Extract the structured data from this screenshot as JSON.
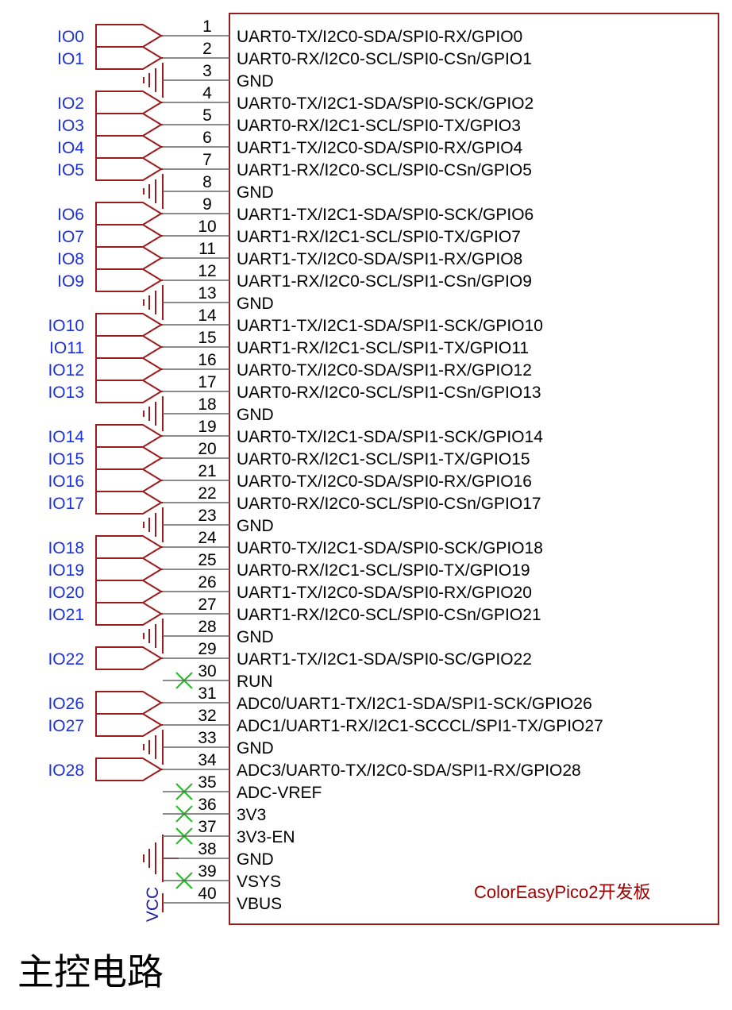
{
  "section_title": "主控电路",
  "board_label": "ColorEasyPico2开发板",
  "vcc_label": "VCC",
  "colors": {
    "wire": "#9b1c1c",
    "net_label": "#1a2fe0",
    "no_connect": "#22bb22",
    "board_label": "#a00000"
  },
  "pins": [
    {
      "num": "1",
      "name": "UART0-TX/I2C0-SDA/SPI0-RX/GPIO0",
      "kind": "io",
      "net": "IO0"
    },
    {
      "num": "2",
      "name": "UART0-RX/I2C0-SCL/SPI0-CSn/GPIO1",
      "kind": "io",
      "net": "IO1"
    },
    {
      "num": "3",
      "name": "GND",
      "kind": "gnd"
    },
    {
      "num": "4",
      "name": "UART0-TX/I2C1-SDA/SPI0-SCK/GPIO2",
      "kind": "io",
      "net": "IO2"
    },
    {
      "num": "5",
      "name": "UART0-RX/I2C1-SCL/SPI0-TX/GPIO3",
      "kind": "io",
      "net": "IO3"
    },
    {
      "num": "6",
      "name": "UART1-TX/I2C0-SDA/SPI0-RX/GPIO4",
      "kind": "io",
      "net": "IO4"
    },
    {
      "num": "7",
      "name": "UART1-RX/I2C0-SCL/SPI0-CSn/GPIO5",
      "kind": "io",
      "net": "IO5"
    },
    {
      "num": "8",
      "name": "GND",
      "kind": "gnd"
    },
    {
      "num": "9",
      "name": "UART1-TX/I2C1-SDA/SPI0-SCK/GPIO6",
      "kind": "io",
      "net": "IO6"
    },
    {
      "num": "10",
      "name": "UART1-RX/I2C1-SCL/SPI0-TX/GPIO7",
      "kind": "io",
      "net": "IO7"
    },
    {
      "num": "11",
      "name": "UART1-TX/I2C0-SDA/SPI1-RX/GPIO8",
      "kind": "io",
      "net": "IO8"
    },
    {
      "num": "12",
      "name": "UART1-RX/I2C0-SCL/SPI1-CSn/GPIO9",
      "kind": "io",
      "net": "IO9"
    },
    {
      "num": "13",
      "name": "GND",
      "kind": "gnd"
    },
    {
      "num": "14",
      "name": "UART1-TX/I2C1-SDA/SPI1-SCK/GPIO10",
      "kind": "io",
      "net": "IO10"
    },
    {
      "num": "15",
      "name": "UART1-RX/I2C1-SCL/SPI1-TX/GPIO11",
      "kind": "io",
      "net": "IO11"
    },
    {
      "num": "16",
      "name": "UART0-TX/I2C0-SDA/SPI1-RX/GPIO12",
      "kind": "io",
      "net": "IO12"
    },
    {
      "num": "17",
      "name": "UART0-RX/I2C0-SCL/SPI1-CSn/GPIO13",
      "kind": "io",
      "net": "IO13"
    },
    {
      "num": "18",
      "name": "GND",
      "kind": "gnd"
    },
    {
      "num": "19",
      "name": "UART0-TX/I2C1-SDA/SPI1-SCK/GPIO14",
      "kind": "io",
      "net": "IO14"
    },
    {
      "num": "20",
      "name": "UART0-RX/I2C1-SCL/SPI1-TX/GPIO15",
      "kind": "io",
      "net": "IO15"
    },
    {
      "num": "21",
      "name": "UART0-TX/I2C0-SDA/SPI0-RX/GPIO16",
      "kind": "io",
      "net": "IO16"
    },
    {
      "num": "22",
      "name": "UART0-RX/I2C0-SCL/SPI0-CSn/GPIO17",
      "kind": "io",
      "net": "IO17"
    },
    {
      "num": "23",
      "name": "GND",
      "kind": "gnd"
    },
    {
      "num": "24",
      "name": "UART0-TX/I2C1-SDA/SPI0-SCK/GPIO18",
      "kind": "io",
      "net": "IO18"
    },
    {
      "num": "25",
      "name": "UART0-RX/I2C1-SCL/SPI0-TX/GPIO19",
      "kind": "io",
      "net": "IO19"
    },
    {
      "num": "26",
      "name": "UART1-TX/I2C0-SDA/SPI0-RX/GPIO20",
      "kind": "io",
      "net": "IO20"
    },
    {
      "num": "27",
      "name": "UART1-RX/I2C0-SCL/SPI0-CSn/GPIO21",
      "kind": "io",
      "net": "IO21"
    },
    {
      "num": "28",
      "name": "GND",
      "kind": "gnd"
    },
    {
      "num": "29",
      "name": "UART1-TX/I2C1-SDA/SPI0-SC/GPIO22",
      "kind": "io",
      "net": "IO22"
    },
    {
      "num": "30",
      "name": "RUN",
      "kind": "nc"
    },
    {
      "num": "31",
      "name": "ADC0/UART1-TX/I2C1-SDA/SPI1-SCK/GPIO26",
      "kind": "io",
      "net": "IO26"
    },
    {
      "num": "32",
      "name": "ADC1/UART1-RX/I2C1-SCCCL/SPI1-TX/GPIO27",
      "kind": "io",
      "net": "IO27"
    },
    {
      "num": "33",
      "name": "GND",
      "kind": "gnd"
    },
    {
      "num": "34",
      "name": "ADC3/UART0-TX/I2C0-SDA/SPI1-RX/GPIO28",
      "kind": "io",
      "net": "IO28"
    },
    {
      "num": "35",
      "name": "ADC-VREF",
      "kind": "nc"
    },
    {
      "num": "36",
      "name": "3V3",
      "kind": "nc"
    },
    {
      "num": "37",
      "name": "3V3-EN",
      "kind": "nc"
    },
    {
      "num": "38",
      "name": "GND",
      "kind": "gnd_wide"
    },
    {
      "num": "39",
      "name": "VSYS",
      "kind": "nc"
    },
    {
      "num": "40",
      "name": "VBUS",
      "kind": "vcc"
    }
  ]
}
